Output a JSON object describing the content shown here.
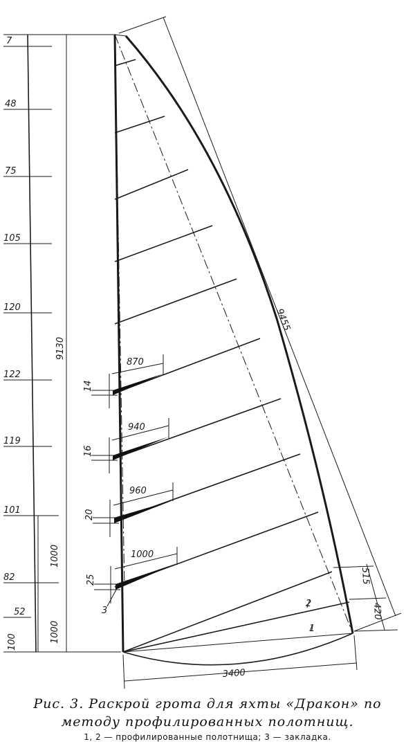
{
  "diagram": {
    "left_dims": [
      "7",
      "48",
      "75",
      "105",
      "120",
      "122",
      "119",
      "101",
      "82",
      "52",
      "100"
    ],
    "vertical_dims": {
      "total": "9130",
      "mid": "1000",
      "bottom": "1000"
    },
    "leech_length": "9455",
    "foot_length": "3400",
    "seam_lengths": [
      "870",
      "940",
      "960",
      "1000"
    ],
    "dart_depths": [
      "14",
      "16",
      "20",
      "25"
    ],
    "clew_offsets": [
      "515",
      "420"
    ],
    "callouts": [
      "1",
      "2",
      "3"
    ]
  },
  "caption": {
    "title_line1": "Рис. 3. Раскрой грота для яхты «Дракон» по",
    "title_line2": "методу профилированных полотнищ.",
    "legend": "1, 2 — профилированные полотнища; 3 — закладка."
  }
}
